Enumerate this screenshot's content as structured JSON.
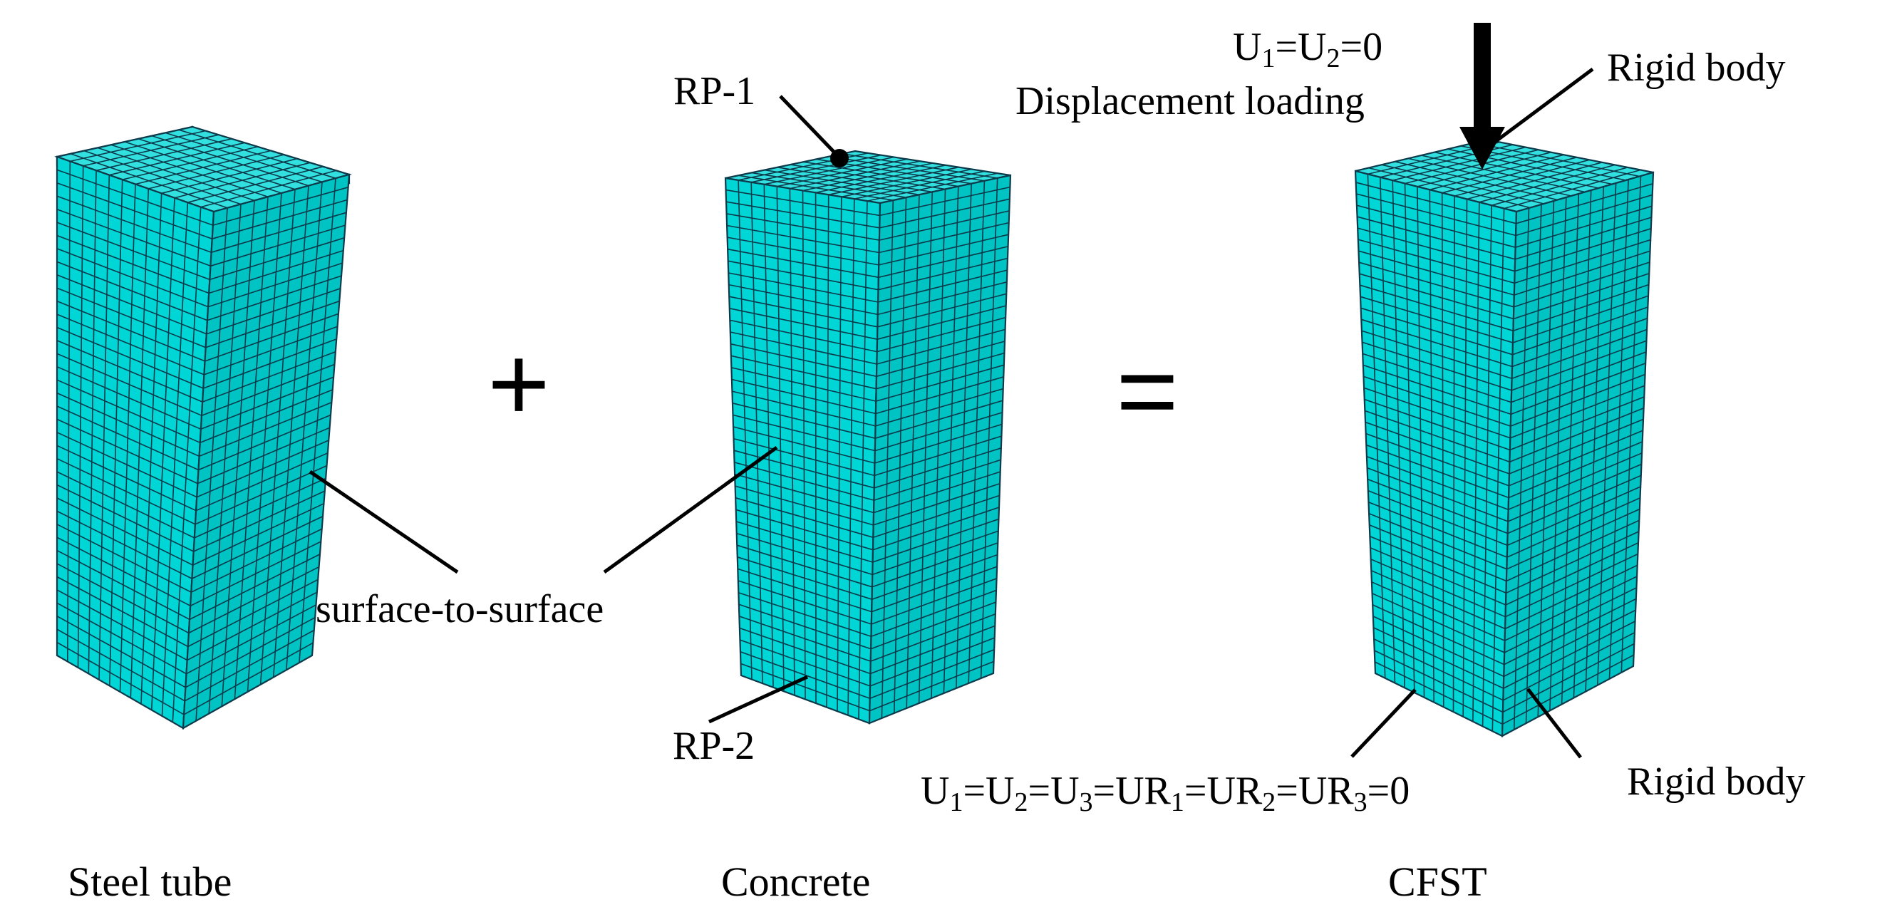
{
  "operators": {
    "plus": "+",
    "equals": "="
  },
  "captions": {
    "steel": "Steel tube",
    "concrete": "Concrete",
    "cfst": "CFST"
  },
  "labels": {
    "rp1": "RP-1",
    "rp2": "RP-2",
    "surface": "surface-to-surface",
    "disp_loading": "Displacement loading",
    "rigid_top": "Rigid body",
    "rigid_bottom": "Rigid body"
  },
  "equations": {
    "top": [
      {
        "t": "U"
      },
      {
        "t": "1",
        "sub": true
      },
      {
        "t": "=U"
      },
      {
        "t": "2",
        "sub": true
      },
      {
        "t": "=0"
      }
    ],
    "bottom": [
      {
        "t": "U"
      },
      {
        "t": "1",
        "sub": true
      },
      {
        "t": "=U"
      },
      {
        "t": "2",
        "sub": true
      },
      {
        "t": "=U"
      },
      {
        "t": "3",
        "sub": true
      },
      {
        "t": "=UR"
      },
      {
        "t": "1",
        "sub": true
      },
      {
        "t": "=UR"
      },
      {
        "t": "2",
        "sub": true
      },
      {
        "t": "=UR"
      },
      {
        "t": "3",
        "sub": true
      },
      {
        "t": "=0"
      }
    ]
  },
  "colors": {
    "mesh_front": "#00d6d6",
    "mesh_side": "#00c4c4",
    "mesh_top": "#33e0e0",
    "mesh_inner": "#00bcbc",
    "grid": "#0d3a4a"
  }
}
